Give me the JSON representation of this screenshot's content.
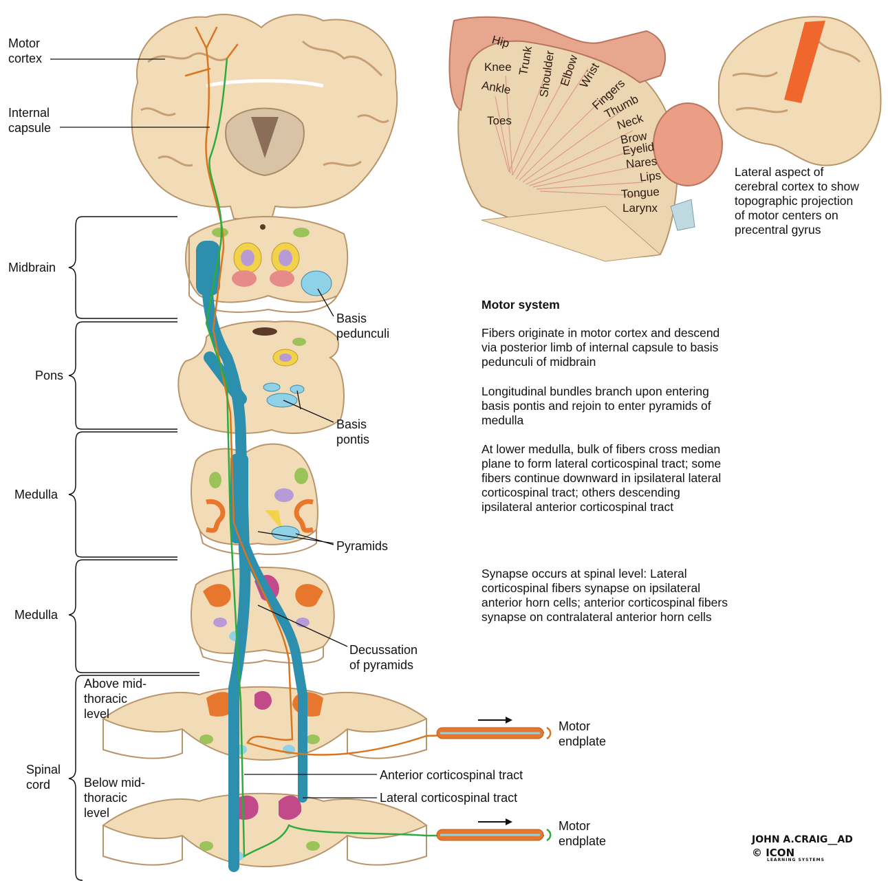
{
  "left_labels": {
    "motor_cortex": "Motor\ncortex",
    "internal_capsule": "Internal\ncapsule",
    "midbrain": "Midbrain",
    "pons": "Pons",
    "medulla_upper": "Medulla",
    "medulla_lower": "Medulla",
    "above_mid_thoracic": "Above mid-\nthoracic\nlevel",
    "spinal_cord": "Spinal\ncord",
    "below_mid_thoracic": "Below mid-\nthoracic\nlevel"
  },
  "structure_labels": {
    "basis_pedunculi": "Basis\npedunculi",
    "basis_pontis": "Basis\npontis",
    "pyramids": "Pyramids",
    "decussation": "Decussation\nof pyramids",
    "anterior_tract": "Anterior corticospinal tract",
    "lateral_tract": "Lateral corticospinal tract",
    "motor_endplate_1": "Motor\nendplate",
    "motor_endplate_2": "Motor\nendplate"
  },
  "topography": {
    "hip": "Hip",
    "trunk": "Trunk",
    "shoulder": "Shoulder",
    "elbow": "Elbow",
    "wrist": "Wrist",
    "knee": "Knee",
    "ankle": "Ankle",
    "toes": "Toes",
    "fingers": "Fingers",
    "thumb": "Thumb",
    "neck": "Neck",
    "brow": "Brow",
    "eyelid": "Eyelid",
    "nares": "Nares",
    "lips": "Lips",
    "tongue": "Tongue",
    "larynx": "Larynx"
  },
  "lateral_caption": "Lateral aspect of\ncerebral cortex to show\ntopographic projection\nof motor centers on\nprecentral gyrus",
  "description": {
    "title": "Motor system",
    "paragraphs": [
      "Fibers originate in motor cortex and descend via posterior limb of internal capsule to basis pedunculi of midbrain",
      "Longitudinal bundles branch upon entering basis pontis and rejoin to enter pyramids of medulla",
      "At lower medulla, bulk of fibers cross median plane to form lateral corticospinal tract; some fibers continue downward in ipsilateral lateral corticospinal tract; others descending ipsilateral anterior corticospinal tract",
      "Synapse occurs at spinal level: Lateral corticospinal fibers synapse on ipsilateral anterior horn cells; anterior corticospinal fibers synapse on contralateral anterior horn cells"
    ]
  },
  "signature": {
    "artist": "JOHN A.CRAIG__AD",
    "mark": "© ICON",
    "mark_sub": "LEARNING SYSTEMS"
  },
  "colors": {
    "tissue": "#f2dcb8",
    "tissue_outline": "#b8956a",
    "tract_blue": "#2c8fae",
    "fiber_orange": "#d9751f",
    "fiber_green": "#2eaa3f",
    "nucleus_blue": "#8fd1e6",
    "nucleus_pink": "#e68a8a",
    "nucleus_yellow": "#f2d24a",
    "nucleus_purple": "#b89ad6",
    "nucleus_green": "#9cc25a",
    "horn_orange": "#e8772e",
    "horn_magenta": "#c24a8a",
    "motor_strip": "#f05a1e"
  }
}
